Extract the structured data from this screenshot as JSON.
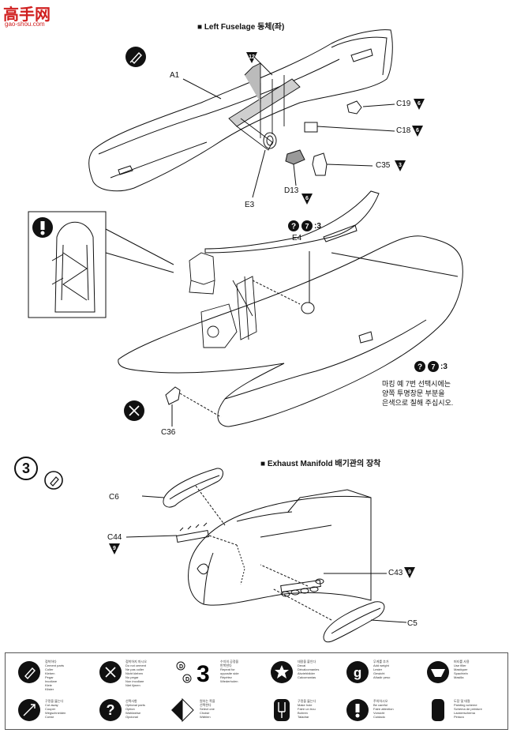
{
  "watermark": {
    "title": "高手网",
    "url": "gao-shou.com"
  },
  "sections": {
    "left_fuselage": {
      "title": "Left Fuselage 동체(좌)"
    },
    "exhaust": {
      "title": "Exhaust Manifold 배기관의 장착",
      "step": "3"
    }
  },
  "parts": {
    "A1": "A1",
    "C19": "C19",
    "C18": "C18",
    "C35": "C35",
    "D13": "D13",
    "E3": "E3",
    "E4": "E4",
    "C36": "C36",
    "C6": "C6",
    "C44": "C44",
    "C43": "C43",
    "C5": "C5"
  },
  "badges": {
    "A1": "",
    "C19": "6",
    "C18": "6",
    "C35": "3",
    "D13": "6",
    "E3": "",
    "C44": "9",
    "C43": "9",
    "top_fuse": "12"
  },
  "codes": {
    "e4": ":3",
    "canopy": ":3"
  },
  "notes": {
    "canopy_line1": "마킹 예 7번 선택시에는",
    "canopy_line2": "양쪽 투명창문 부분을",
    "canopy_line3": "은색으로 칠해 주십시오."
  },
  "legend": {
    "items": [
      {
        "icon": "cement-icon",
        "lines": [
          "접착하다",
          "Cement parts",
          "Coller",
          "Kleben",
          "Pegar",
          "Incollare",
          "Kleie",
          "Klister"
        ]
      },
      {
        "icon": "do-not-cement-icon",
        "lines": [
          "접착하지 마시오",
          "Do not cement",
          "Ne pas coller",
          "Nicht kleben",
          "No pegar",
          "Non incollare",
          "Niet lijmen"
        ]
      },
      {
        "icon": "repeat-icon",
        "big": "3",
        "lines": [
          "수치의 공정을",
          "반복한다",
          "Repeat for",
          "opposite side",
          "Répétez",
          "Wiederholen"
        ]
      },
      {
        "icon": "decal-icon",
        "lines": [
          "데칼을 붙인다",
          "Decal",
          "Décalcomanies",
          "Abziehbilder",
          "Calcomanias"
        ]
      },
      {
        "icon": "add-weight-icon",
        "lines": [
          "무게를 추가",
          "Add weight",
          "Lester",
          "Gewicht",
          "Añadir peso"
        ]
      },
      {
        "icon": "use-filler-icon",
        "lines": [
          "퍼티를 사용",
          "Use filler",
          "Mastiquer",
          "Spachteln",
          "Masilla"
        ]
      },
      {
        "icon": "drill-icon",
        "lines": [
          "구멍을 뚫는다",
          "Cut away",
          "Couper",
          "Wegschneiden",
          "Cortar"
        ]
      },
      {
        "icon": "optional-icon",
        "lines": [
          "선택사항",
          "Optional parts",
          "Option",
          "Wahlweise",
          "Opcional"
        ]
      },
      {
        "icon": "choose-icon",
        "lines": [
          "원하는 쪽을",
          "선택한다",
          "Select one",
          "Choisir",
          "Wählen"
        ]
      },
      {
        "icon": "make-hole-icon",
        "lines": [
          "구멍을 뚫는다",
          "Make hole",
          "Faire un trou",
          "Bohren",
          "Taladrar"
        ]
      },
      {
        "icon": "be-careful-icon",
        "lines": [
          "주의하시오",
          "Be careful",
          "Faire attention",
          "Vorsicht",
          "Cuidado"
        ]
      },
      {
        "icon": "painting-icon",
        "lines": [
          "도장 및 데칼",
          "Painting scheme",
          "Schéma de peinture",
          "Lackierschema",
          "Pintura"
        ]
      }
    ]
  },
  "colors": {
    "ink": "#111111",
    "badge": "#111111",
    "logo": "#d02020"
  }
}
